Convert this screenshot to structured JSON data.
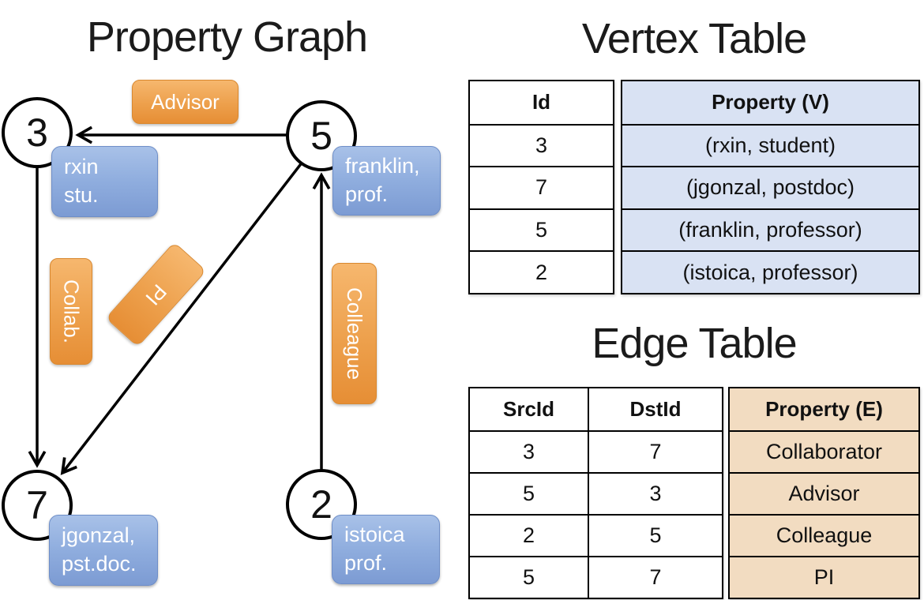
{
  "titles": {
    "graph": "Property Graph",
    "vertex_table": "Vertex Table",
    "edge_table": "Edge Table"
  },
  "graph": {
    "nodes": [
      {
        "id": "3",
        "property": [
          "rxin",
          "stu."
        ]
      },
      {
        "id": "5",
        "property": [
          "franklin,",
          "prof."
        ]
      },
      {
        "id": "7",
        "property": [
          "jgonzal,",
          "pst.doc."
        ]
      },
      {
        "id": "2",
        "property": [
          "istoica",
          "prof."
        ]
      }
    ],
    "edge_labels": {
      "advisor": "Advisor",
      "collab": "Collab.",
      "pi": "PI",
      "colleague": "Colleague"
    }
  },
  "vertex_table": {
    "headers": {
      "id": "Id",
      "property": "Property (V)"
    },
    "id_values": [
      "3",
      "7",
      "5",
      "2"
    ],
    "property_values": [
      "(rxin, student)",
      "(jgonzal, postdoc)",
      "(franklin, professor)",
      "(istoica, professor)"
    ]
  },
  "edge_table": {
    "headers": {
      "src": "SrcId",
      "dst": "DstId",
      "property": "Property (E)"
    },
    "rows": [
      {
        "src": "3",
        "dst": "7",
        "property": "Collaborator"
      },
      {
        "src": "5",
        "dst": "3",
        "property": "Advisor"
      },
      {
        "src": "2",
        "dst": "5",
        "property": "Colleague"
      },
      {
        "src": "5",
        "dst": "7",
        "property": "PI"
      }
    ]
  },
  "colors": {
    "edge_label_top": "#f6b76e",
    "edge_label_bottom": "#e68e35",
    "vertex_label_top": "#a8c1e8",
    "vertex_label_bottom": "#7c9bd3",
    "vertex_property_column_bg": "#d9e2f3",
    "edge_property_column_bg": "#f2dcc1",
    "line_color": "#000000"
  }
}
